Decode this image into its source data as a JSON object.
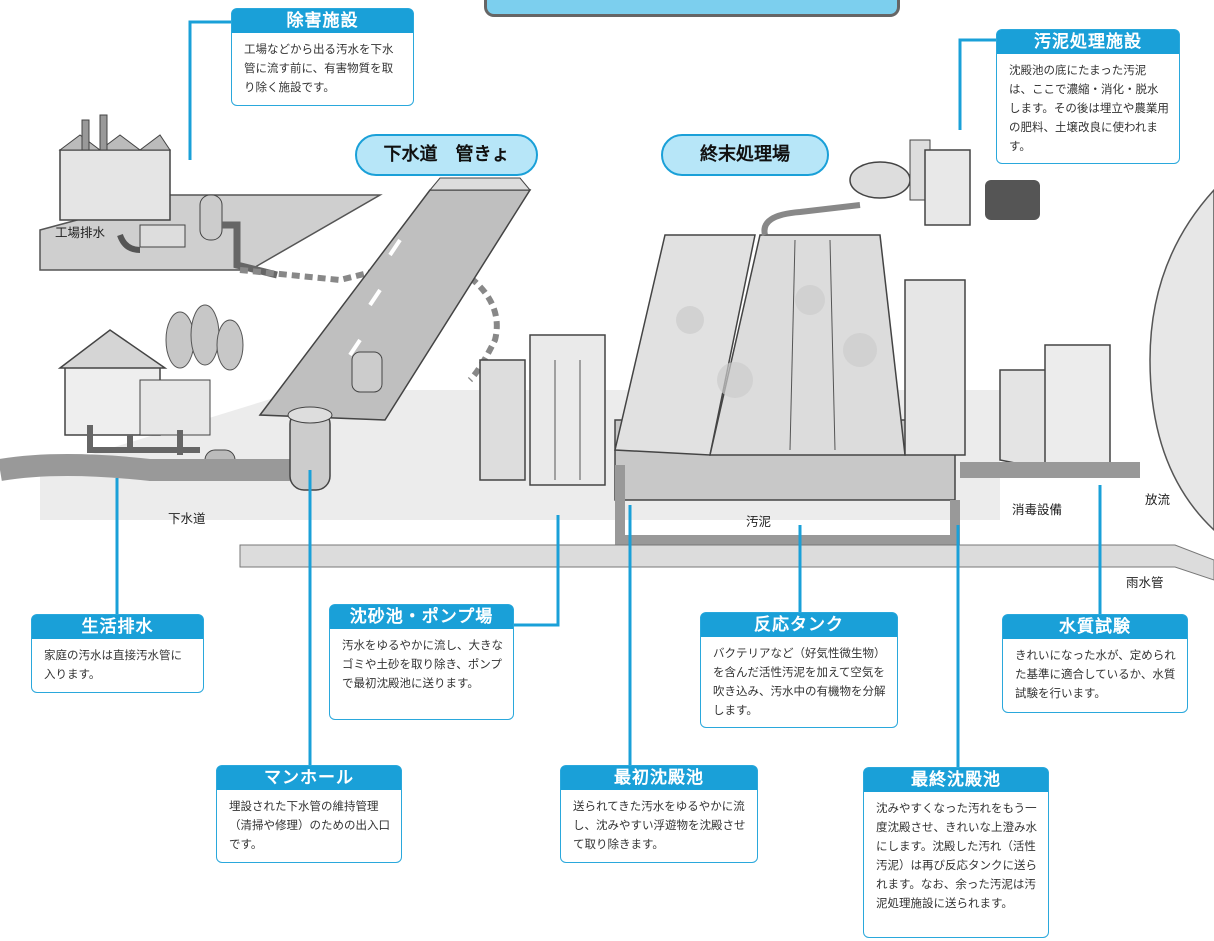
{
  "headings": {
    "sewer": "下水道　管きょ",
    "plant": "終末処理場"
  },
  "labels": {
    "factory_drain": "工場排水",
    "sewer": "下水道",
    "sludge": "汚泥",
    "disinfection": "消毒設備",
    "discharge": "放流",
    "storm_pipe": "雨水管"
  },
  "callouts": {
    "pretreatment": {
      "title": "除害施設",
      "text": "工場などから出る汚水を下水管に流す前に、有害物質を取り除く施設です。"
    },
    "sludge_facility": {
      "title": "汚泥処理施設",
      "text": "沈殿池の底にたまった汚泥は、ここで濃縮・消化・脱水します。その後は埋立や農業用の肥料、土壌改良に使われます。"
    },
    "household": {
      "title": "生活排水",
      "text": "家庭の汚水は直接汚水管に入ります。"
    },
    "grit_pump": {
      "title": "沈砂池・ポンプ場",
      "text": "汚水をゆるやかに流し、大きなゴミや土砂を取り除き、ポンプで最初沈殿池に送ります。"
    },
    "reaction_tank": {
      "title": "反応タンク",
      "text": "バクテリアなど（好気性微生物）を含んだ活性汚泥を加えて空気を吹き込み、汚水中の有機物を分解します。"
    },
    "water_test": {
      "title": "水質試験",
      "text": "きれいになった水が、定められた基準に適合しているか、水質試験を行います。"
    },
    "manhole": {
      "title": "マンホール",
      "text": "埋設された下水管の維持管理（清掃や修理）のための出入口です。"
    },
    "primary_settling": {
      "title": "最初沈殿池",
      "text": "送られてきた汚水をゆるやかに流し、沈みやすい浮遊物を沈殿させて取り除きます。"
    },
    "final_settling": {
      "title": "最終沈殿池",
      "text": "沈みやすくなった汚れをもう一度沈殿させ、きれいな上澄み水にします。沈殿した汚れ（活性汚泥）は再び反応タンクに送られます。なお、余った汚泥は汚泥処理施設に送られます。"
    }
  },
  "colors": {
    "accent": "#1aa0d8",
    "pill_fill": "#b7e6f8",
    "title_bar": "#7ccfee"
  }
}
